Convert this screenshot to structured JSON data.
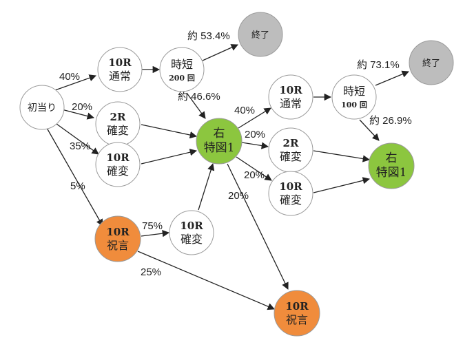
{
  "colors": {
    "white_node": "#ffffff",
    "gray_node": "#bdbdbd",
    "green_node": "#8cc63f",
    "orange_node": "#f08c3c",
    "stroke": "#9a9a9a",
    "edge": "#222222"
  },
  "nodes": {
    "start": {
      "line1": "初当り"
    },
    "n10r_normal": {
      "line1": "10R",
      "line2": "通常"
    },
    "jitan200": {
      "line1": "時短",
      "line2": "200 回"
    },
    "end1": {
      "line1": "終了"
    },
    "n2r_kakuhen_a": {
      "line1": "2R",
      "line2": "確変"
    },
    "n10r_kakuhen_a": {
      "line1": "10R",
      "line2": "確変"
    },
    "migi1_a": {
      "line1": "右",
      "line2": "特図1"
    },
    "n10r_normal_b": {
      "line1": "10R",
      "line2": "通常"
    },
    "jitan100": {
      "line1": "時短",
      "line2": "100 回"
    },
    "end2": {
      "line1": "終了"
    },
    "n2r_kakuhen_b": {
      "line1": "2R",
      "line2": "確変"
    },
    "migi1_b": {
      "line1": "右",
      "line2": "特図1"
    },
    "n10r_kakuhen_b": {
      "line1": "10R",
      "line2": "確変"
    },
    "shukugen_a": {
      "line1": "10R",
      "line2": "祝言"
    },
    "n10r_kakuhen_c": {
      "line1": "10R",
      "line2": "確変"
    },
    "shukugen_b": {
      "line1": "10R",
      "line2": "祝言"
    }
  },
  "edge_labels": {
    "start_to_normal": "40%",
    "start_to_2r": "20%",
    "start_to_10r": "35%",
    "start_to_shukugen": "5%",
    "jitan200_to_end": "約 53.4%",
    "jitan200_to_migi": "約 46.6%",
    "migi_to_normal": "40%",
    "migi_to_2r": "20%",
    "migi_to_10r": "20%",
    "migi_to_shukugen": "20%",
    "jitan100_to_end": "約 73.1%",
    "jitan100_to_migi": "約 26.9%",
    "shukugen_to_10r": "75%",
    "shukugen_to_shukugen": "25%"
  }
}
